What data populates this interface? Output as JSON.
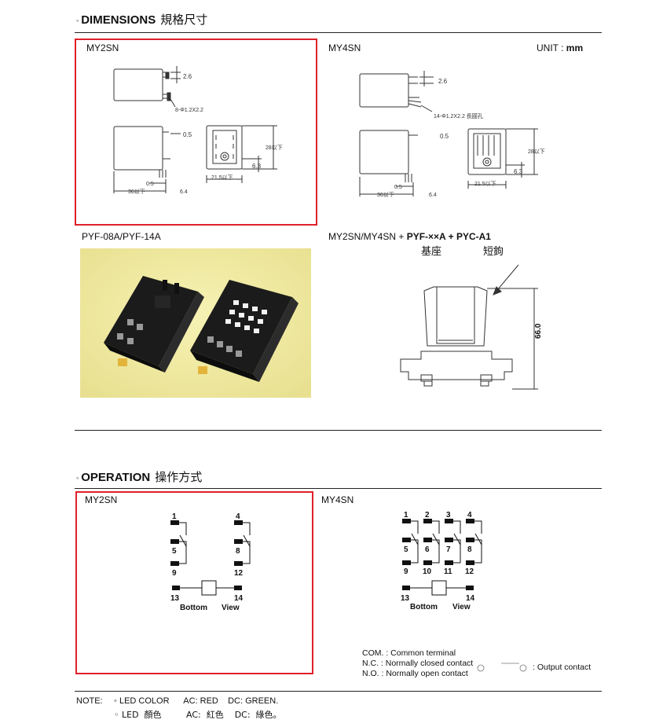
{
  "dimensions": {
    "bullet": "◦",
    "title": "DIMENSIONS",
    "title_cn": "規格尺寸",
    "my2sn": {
      "label": "MY2SN",
      "dim_top": "2.6",
      "pin_note": "8-Φ1.2X2.2",
      "dim_side": "0.5",
      "dim_h": "28以下",
      "dim_63": "6.3",
      "dim_215": "21.5以下",
      "dim_05b": "0.5",
      "dim_36": "36以下",
      "dim_64": "6.4"
    },
    "my4sn": {
      "label": "MY4SN",
      "dim_top": "2.6",
      "pin_note": "14-Φ1.2X2.2 長圓孔",
      "dim_side": "0.5",
      "dim_h": "28以下",
      "dim_63": "6.3",
      "dim_215": "21.5以下",
      "dim_05b": "0.5",
      "dim_36": "36以下",
      "dim_64": "6.4"
    },
    "unit_label": "UNIT :",
    "unit_value": "mm",
    "pyf_label": "PYF-08A/PYF-14A",
    "combo": {
      "base": "MY2SN/MY4SN + ",
      "pyf": "PYF-××A",
      "plus": " + ",
      "pyc": "PYC-A1",
      "cn_base": "基座",
      "cn_clip": "短鉤",
      "height": "66.0"
    }
  },
  "operation": {
    "bullet": "◦",
    "title": "OPERATION",
    "title_cn": "操作方式",
    "my2sn_label": "MY2SN",
    "my4sn_label": "MY4SN",
    "my2sn_terms": {
      "t1": "1",
      "t5": "5",
      "t9": "9",
      "t4": "4",
      "t8": "8",
      "t12": "12",
      "t13": "13",
      "t14": "14",
      "bottom": "Bottom",
      "view": "View"
    },
    "my4sn_terms": {
      "t1": "1",
      "t2": "2",
      "t3": "3",
      "t4": "4",
      "t5": "5",
      "t6": "6",
      "t7": "7",
      "t8": "8",
      "t9": "9",
      "t10": "10",
      "t11": "11",
      "t12": "12",
      "t13": "13",
      "t14": "14",
      "bottom": "Bottom",
      "view": "View"
    },
    "legend": {
      "com": "COM. : Common  terminal",
      "nc": "N.C.   : Normally  closed  contact",
      "no": "N.O.   : Normally  open  contact",
      "output": ": Output  contact"
    }
  },
  "note": {
    "label": "NOTE:",
    "line1": "◦ LED COLOR      AC: RED    DC: GREEN.",
    "line2": "◦ LED  顏色         AC:  紅色    DC:  綠色。"
  }
}
